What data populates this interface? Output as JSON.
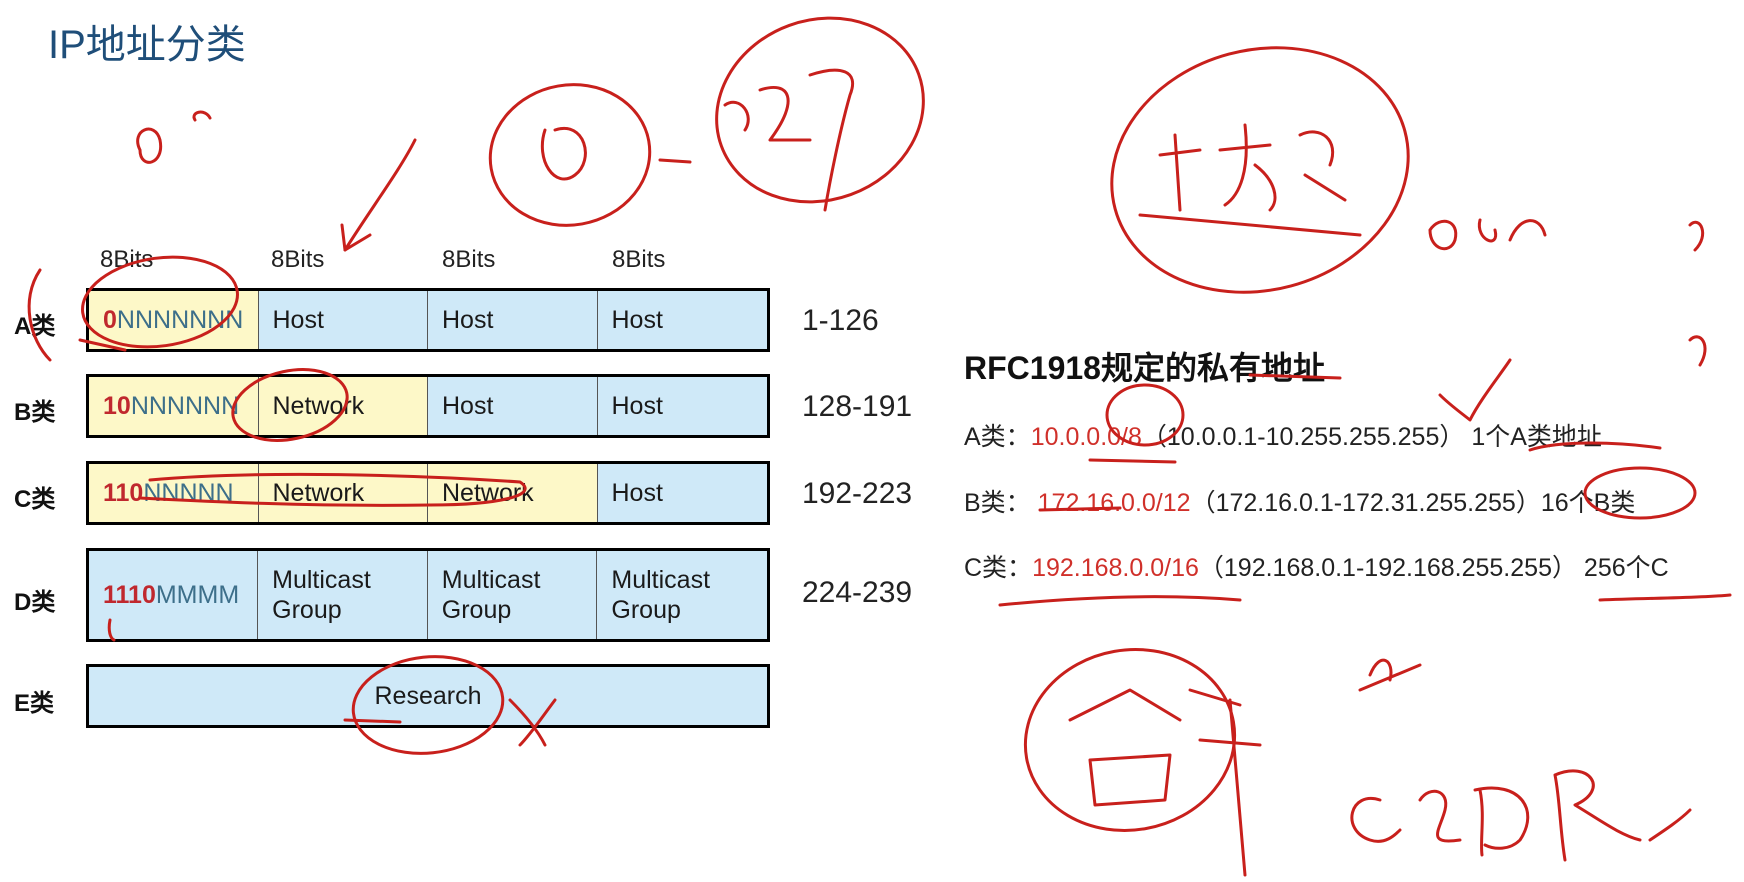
{
  "title": "IP地址分类",
  "bits_headers": [
    "8Bits",
    "8Bits",
    "8Bits",
    "8Bits"
  ],
  "classes": [
    {
      "label": "A类",
      "prefix": "0",
      "fill": "NNNNNNN",
      "cells": [
        "Host",
        "Host",
        "Host"
      ],
      "range": "1-126"
    },
    {
      "label": "B类",
      "prefix": "10",
      "fill": "NNNNNN",
      "cells": [
        "Network",
        "Host",
        "Host"
      ],
      "range": "128-191"
    },
    {
      "label": "C类",
      "prefix": "110",
      "fill": "NNNNN",
      "cells": [
        "Network",
        "Network",
        "Host"
      ],
      "range": "192-223"
    },
    {
      "label": "D类",
      "prefix": "1110",
      "fill": "MMMM",
      "cells": [
        "Multicast Group",
        "Multicast Group",
        "Multicast Group"
      ],
      "range": "224-239"
    },
    {
      "label": "E类",
      "research": "Research"
    }
  ],
  "rfc": {
    "title": "RFC1918规定的私有地址",
    "lines": [
      {
        "label": "A类：",
        "net": "10.0.0.0/8",
        "range": "（10.0.0.1-10.255.255.255）",
        "note": "1个A类地址"
      },
      {
        "label": "B类：",
        "net": "172.16.0.0/12",
        "range": "（172.16.0.1-172.31.255.255）",
        "note": "16个B类"
      },
      {
        "label": "C类：",
        "net": "192.168.0.0/16",
        "range": "（192.168.0.1-192.168.255.255）",
        "note": "256个C"
      }
    ]
  },
  "colors": {
    "title": "#1f4e79",
    "prefix": "#c0282e",
    "network_cell": "#fdf8c8",
    "host_cell": "#cfe9f8",
    "annotation_ink": "#c8201c"
  }
}
